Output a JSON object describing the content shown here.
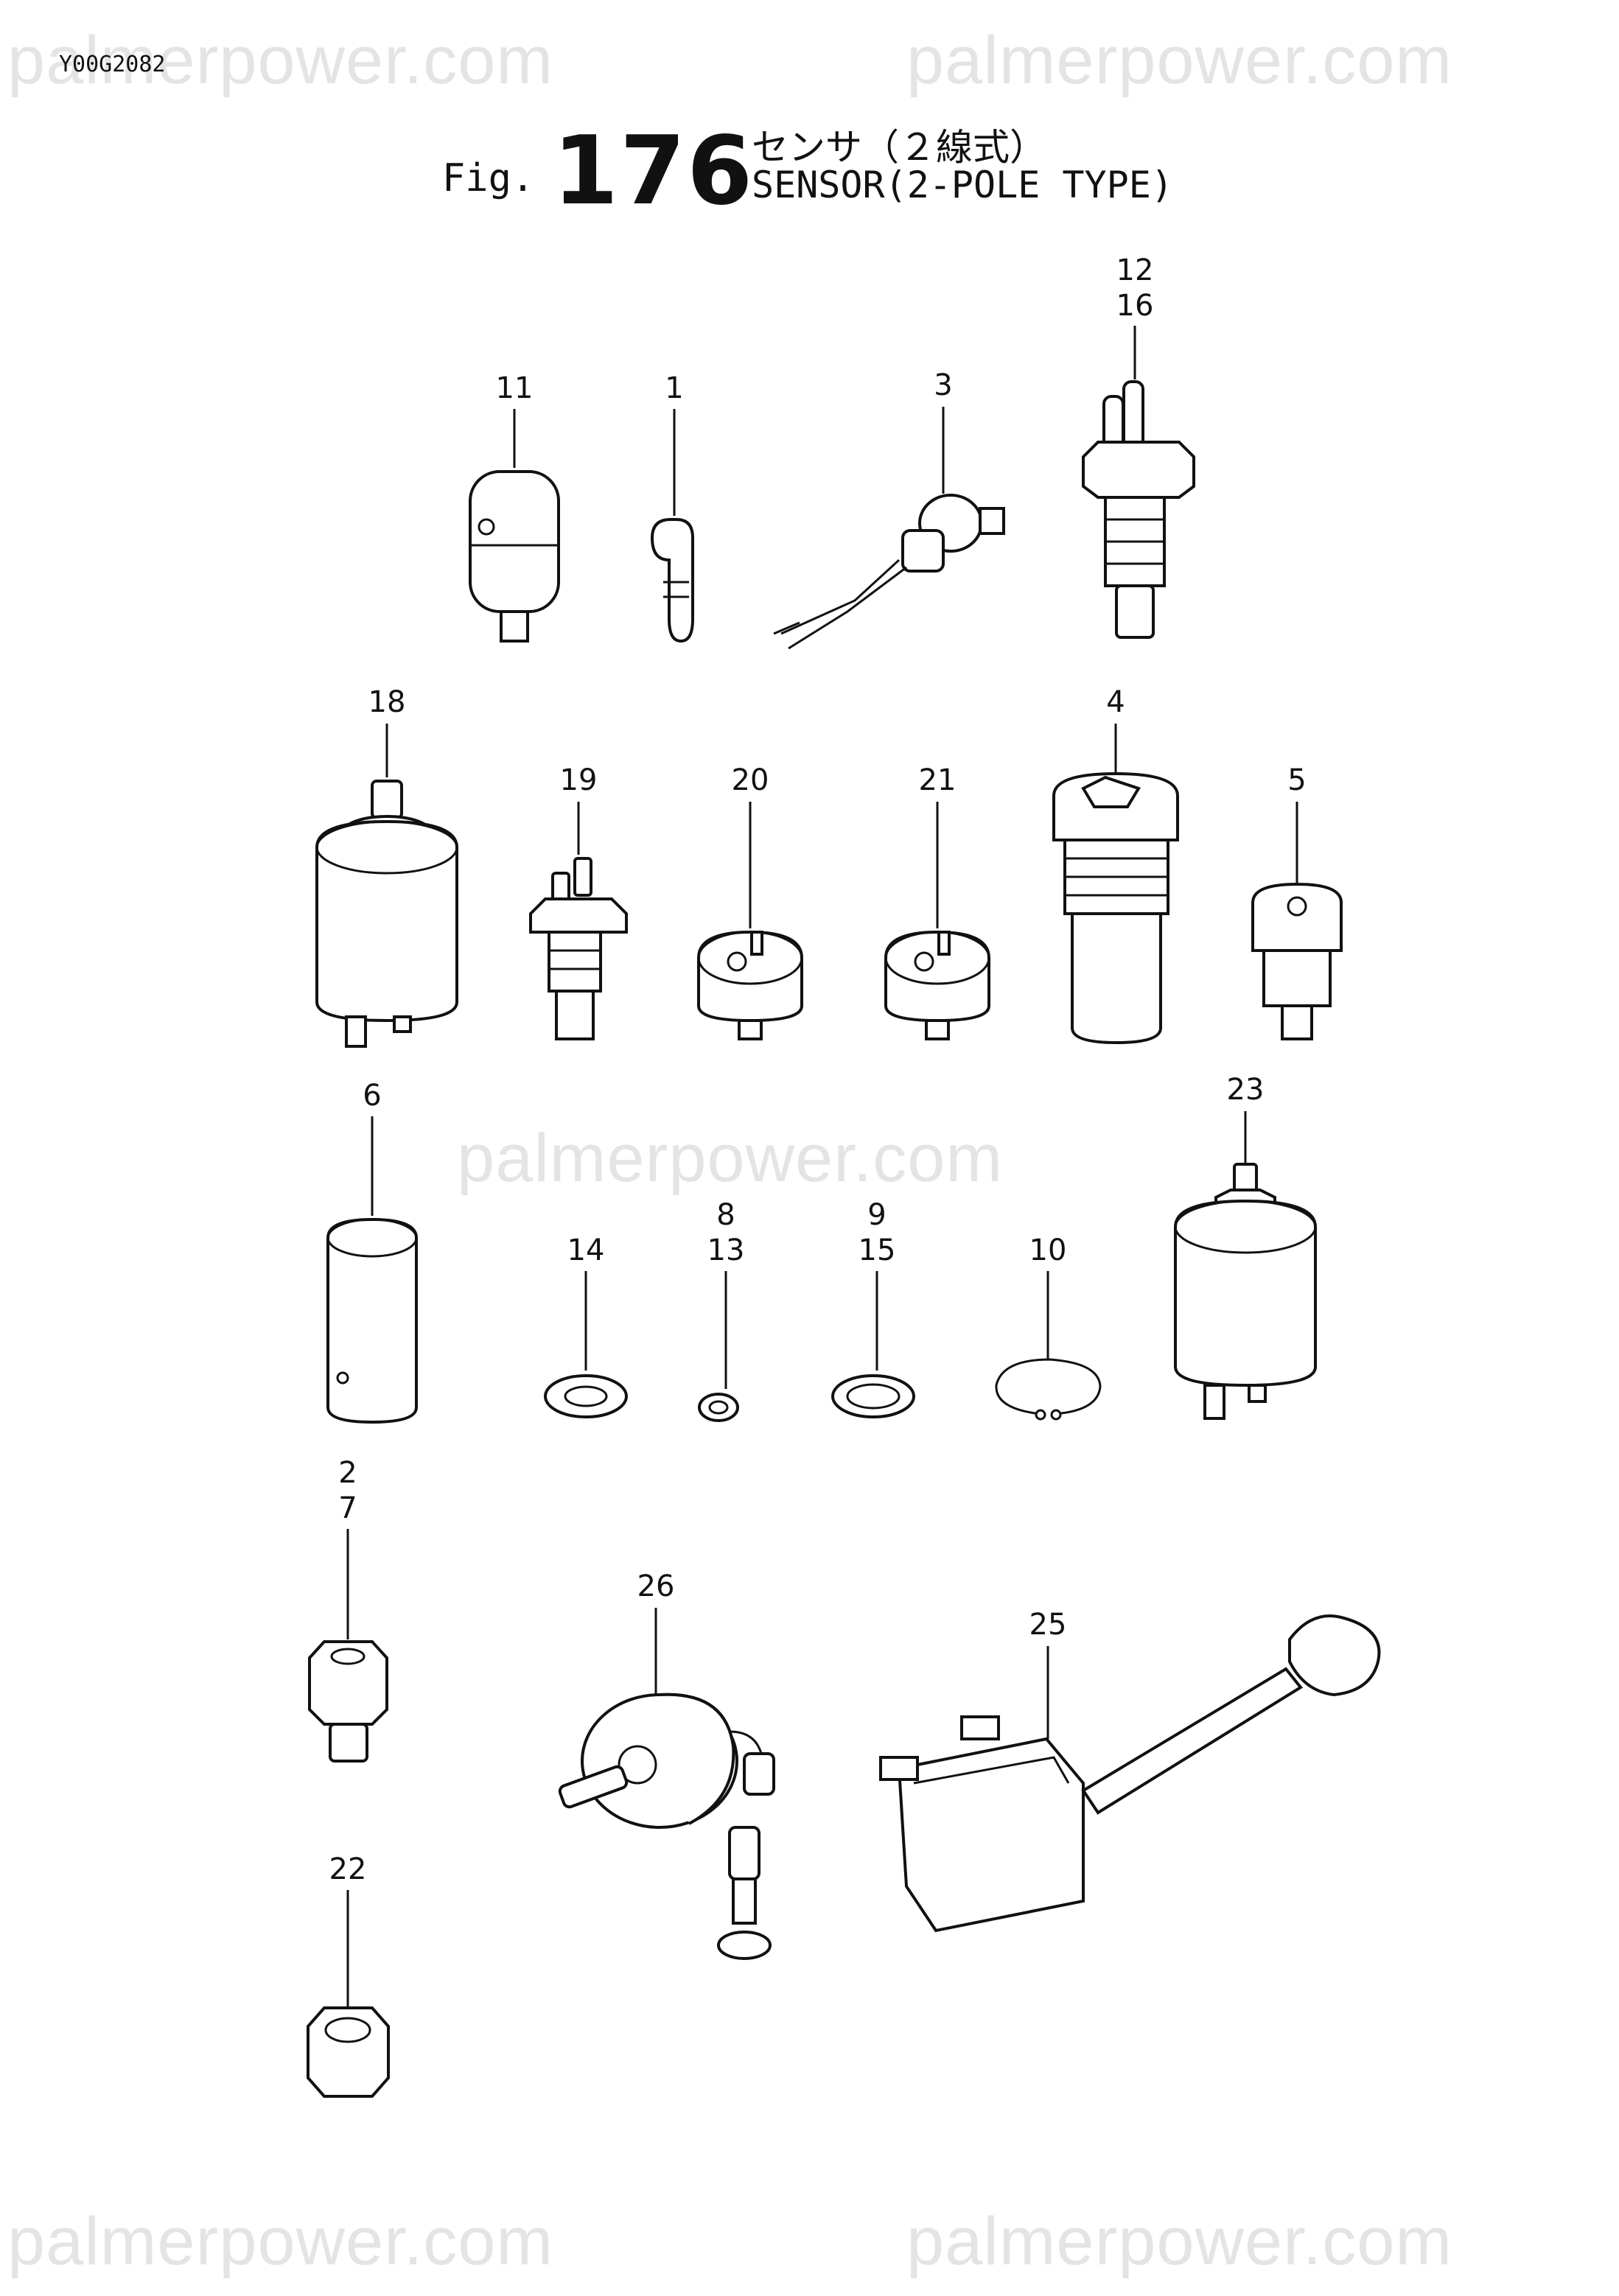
{
  "watermarks": [
    "palmerpower.com",
    "palmerpower.com",
    "palmerpower.com",
    "palmerpower.com",
    "palmerpower.com"
  ],
  "doc_code": "Y00G2082",
  "figure": {
    "prefix": "Fig.",
    "number": "176",
    "title_ja": "センサ（２線式）",
    "title_en": "SENSOR(2-POLE TYPE)"
  },
  "callouts": [
    "11",
    "1",
    "3",
    "12",
    "16",
    "18",
    "19",
    "20",
    "21",
    "4",
    "5",
    "6",
    "14",
    "8",
    "13",
    "9",
    "15",
    "10",
    "23",
    "2",
    "7",
    "26",
    "25",
    "22"
  ]
}
